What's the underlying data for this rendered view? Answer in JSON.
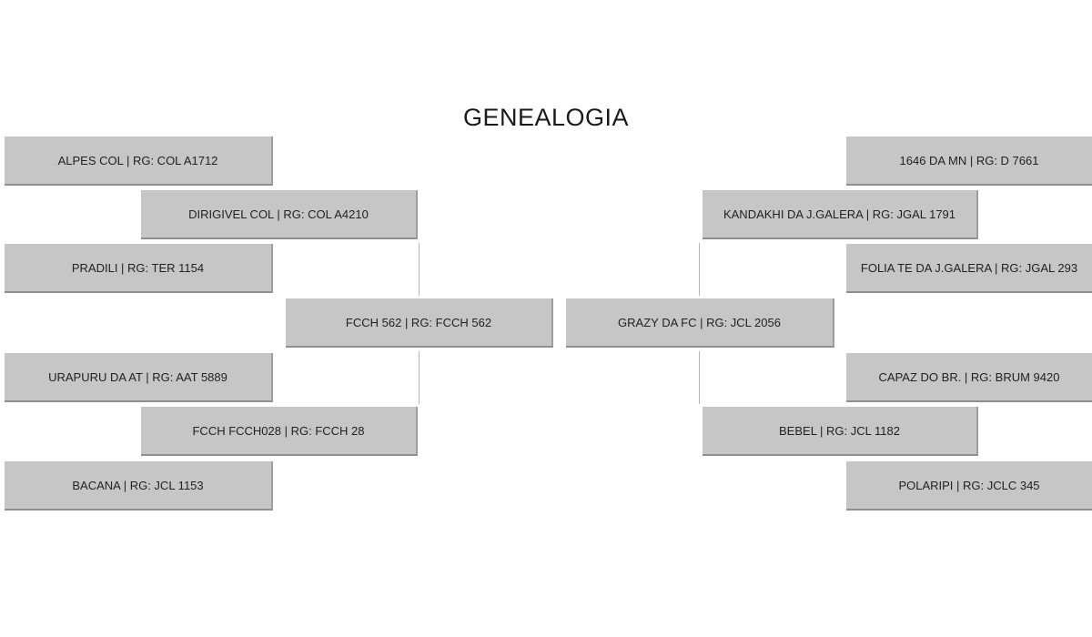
{
  "title": "GENEALOGIA",
  "sire_side": {
    "sire": "FCCH 562 | RG: FCCH 562",
    "grandsire": "DIRIGIVEL COL | RG: COL A4210",
    "grandsire_sire": "ALPES COL | RG: COL A1712",
    "grandsire_dam": "PRADILI | RG: TER 1154",
    "granddam": "FCCH FCCH028 | RG: FCCH 28",
    "granddam_sire": "URAPURU DA AT | RG: AAT 5889",
    "granddam_dam": "BACANA | RG: JCL 1153"
  },
  "dam_side": {
    "dam": "GRAZY DA FC | RG: JCL 2056",
    "grandsire": "KANDAKHI DA J.GALERA | RG: JGAL 1791",
    "grandsire_sire": "1646 DA MN | RG: D          7661",
    "grandsire_dam": "FOLIA TE DA J.GALERA | RG: JGAL 293",
    "granddam": "BEBEL | RG: JCL 1182",
    "granddam_sire": "CAPAZ DO BR. | RG: BRUM 9420",
    "granddam_dam": "POLARIPI | RG: JCLC 345"
  }
}
